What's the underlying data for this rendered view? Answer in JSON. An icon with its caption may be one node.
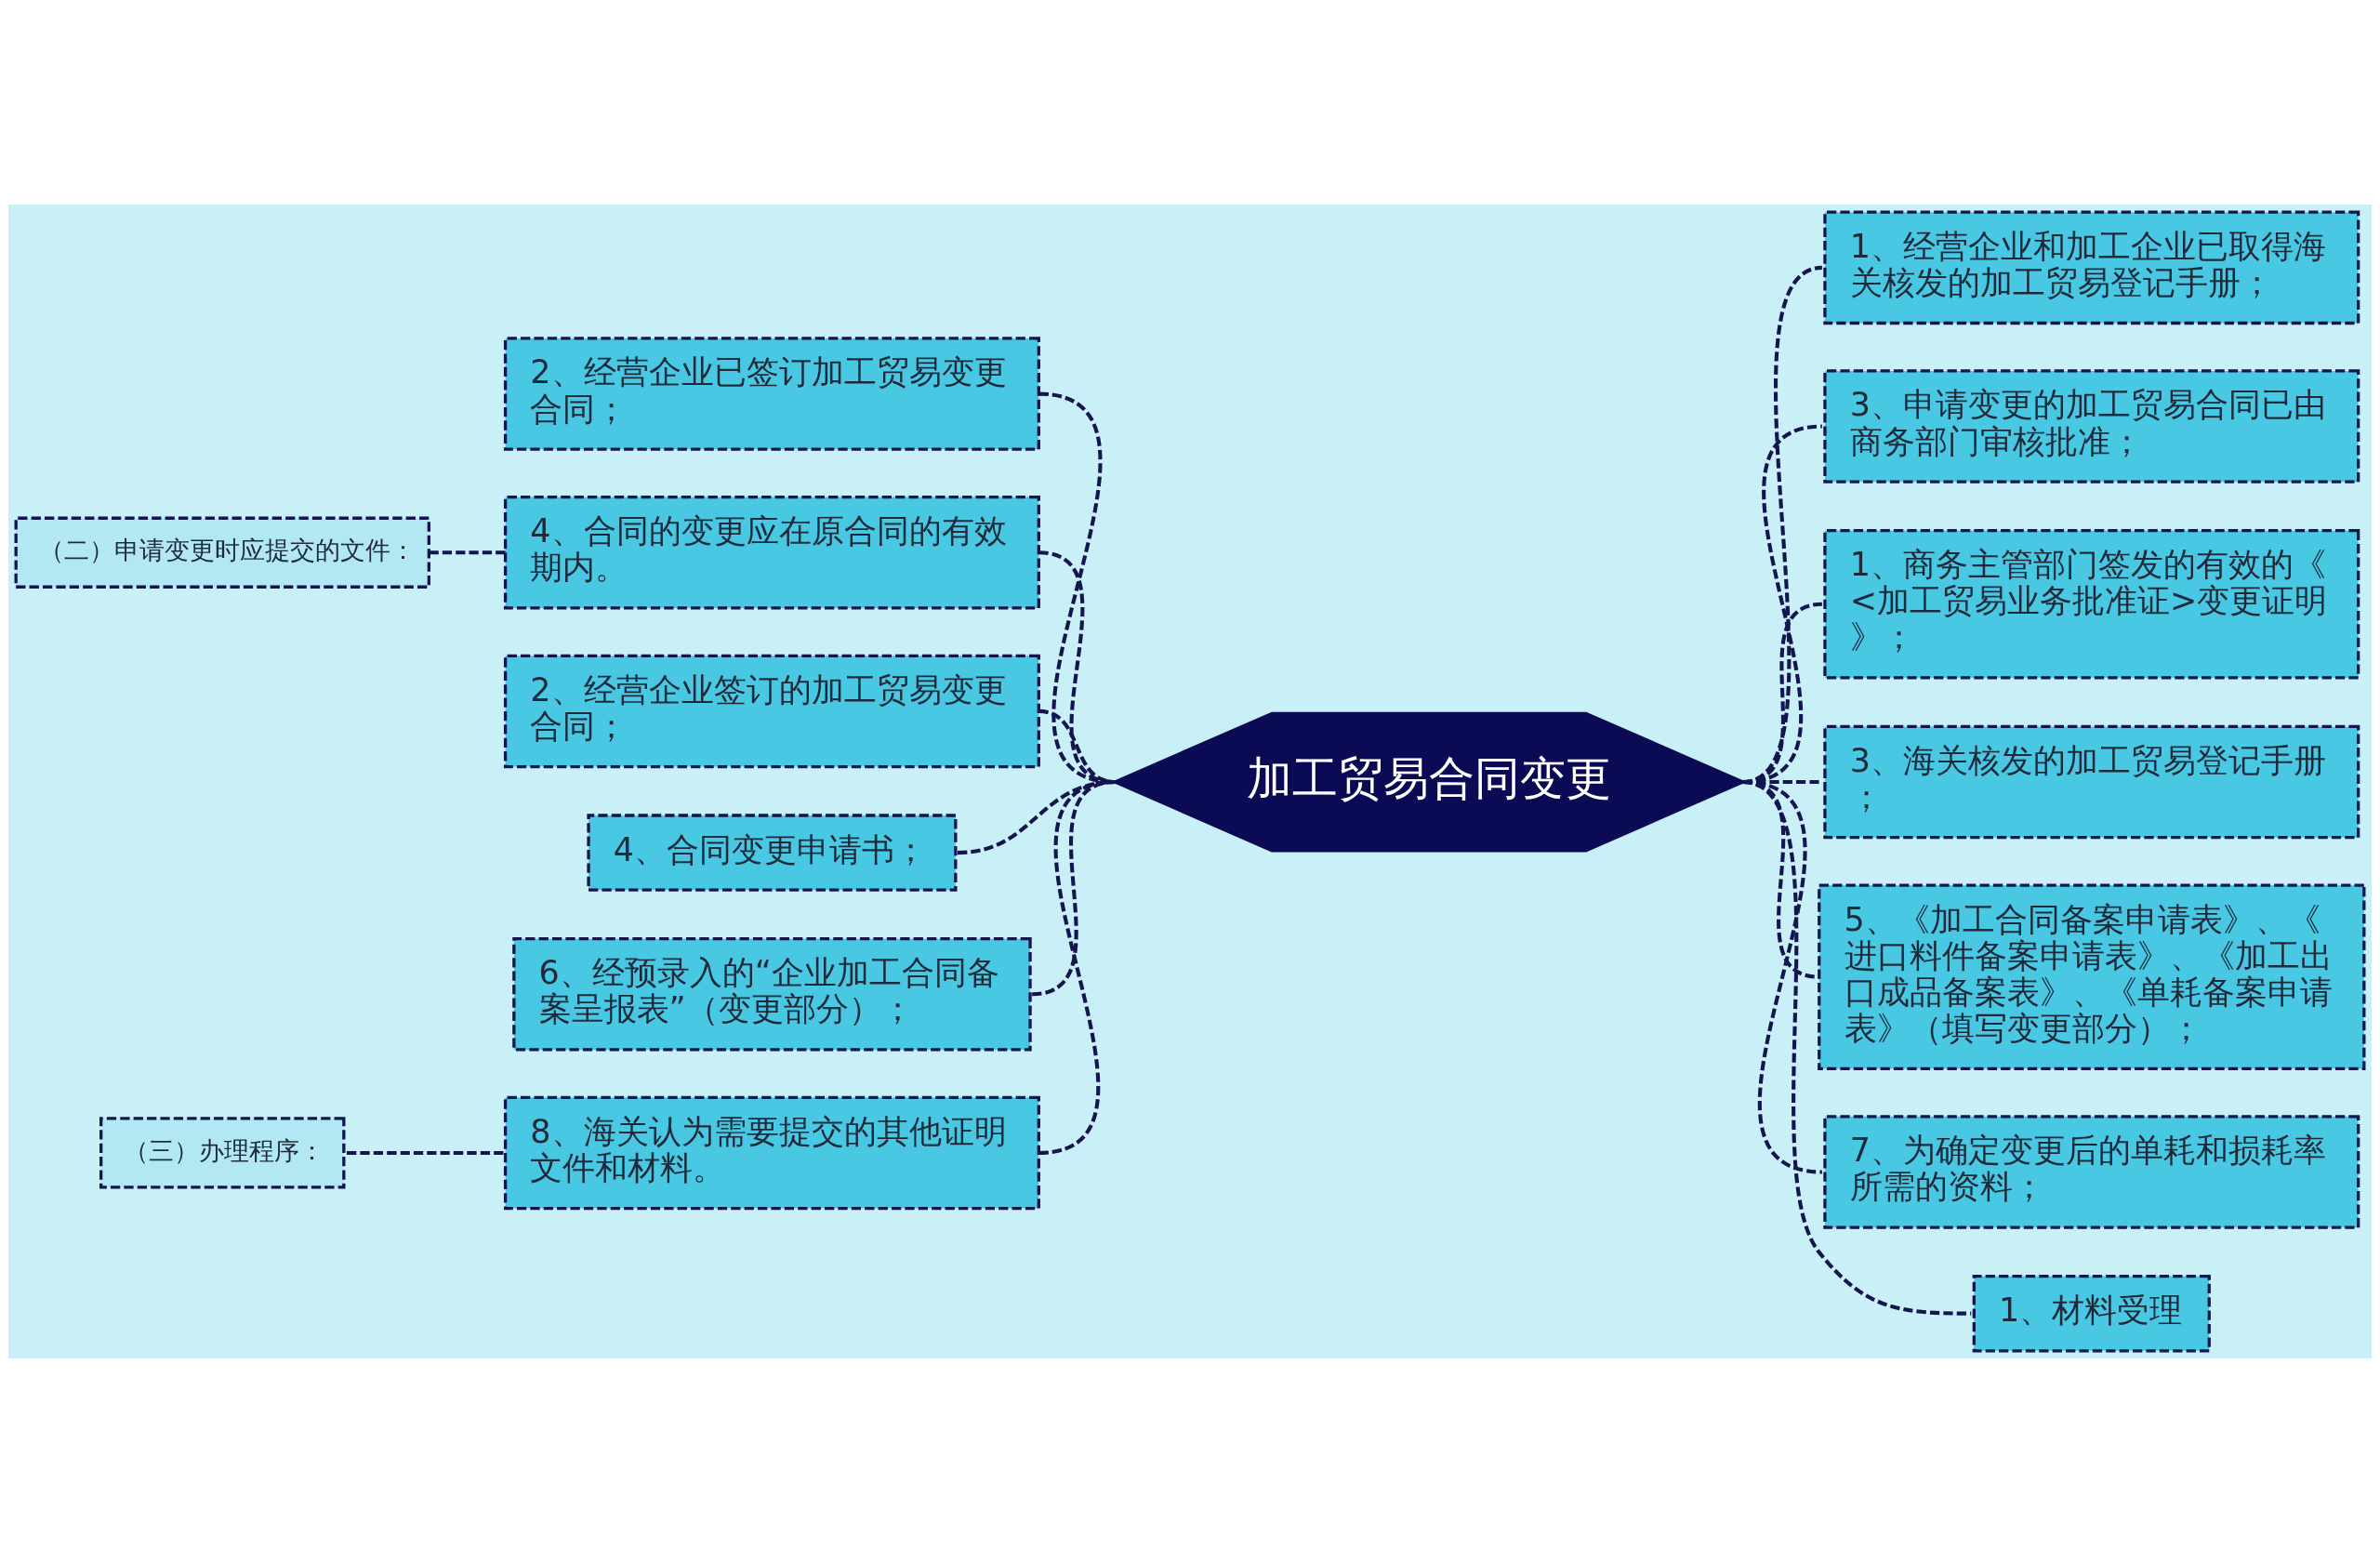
{
  "diagram": {
    "nodes": [
      {
        "text": [
          "加工贸易合同变更"
        ]
      },
      {
        "text": [
          "2、经营企业已签订加工贸易变更合同；"
        ]
      },
      {
        "text": [
          "4、合同的变更应在原合同的有效期内。"
        ]
      },
      {
        "text": [
          "（二）申请变更时应提交的文件："
        ]
      },
      {
        "text": [
          "2、经营企业签订的加工贸易变更合同；"
        ]
      },
      {
        "text": [
          "4、合同变更申请书；"
        ]
      },
      {
        "text": [
          "6、经预录入的“企业加工合同备案呈报表”（变更部分）；"
        ]
      },
      {
        "text": [
          "8、海关认为需要提交的其他证明文件和材料。"
        ]
      },
      {
        "text": [
          "（三）办理程序："
        ]
      },
      {
        "text": [
          "1、经营企业和加工企业已取得海关核发的加工贸易登记手册；"
        ]
      },
      {
        "text": [
          "3、申请变更的加工贸易合同已由商务部门审核批准；"
        ]
      },
      {
        "text": [
          "1、商务主管部门签发的有效的《<加工贸易业务批准证>变更证明》；"
        ]
      },
      {
        "text": [
          "3、海关核发的加工贸易登记手册；"
        ]
      },
      {
        "text": [
          "5、《加工合同备案申请表》、《进口料件备案申请表》、《加工出口成品备案表》、《单耗备案申请表》（填写变更部分）；"
        ]
      },
      {
        "text": [
          "7、为确定变更后的单耗和损耗率所需的资料；"
        ]
      },
      {
        "text": [
          "1、材料受理"
        ]
      }
    ],
    "edges": [
      {
        "from": 1,
        "to": 0,
        "arrow": "none",
        "style": "dashed"
      },
      {
        "from": 3,
        "to": 2,
        "arrow": "none",
        "style": "dashed"
      },
      {
        "from": 2,
        "to": 0,
        "arrow": "none",
        "style": "dashed"
      },
      {
        "from": 4,
        "to": 0,
        "arrow": "none",
        "style": "dashed"
      },
      {
        "from": 5,
        "to": 0,
        "arrow": "none",
        "style": "dashed"
      },
      {
        "from": 6,
        "to": 0,
        "arrow": "none",
        "style": "dashed"
      },
      {
        "from": 8,
        "to": 7,
        "arrow": "none",
        "style": "dashed"
      },
      {
        "from": 7,
        "to": 0,
        "arrow": "none",
        "style": "dashed"
      },
      {
        "from": 0,
        "to": 9,
        "arrow": "none",
        "style": "dashed"
      },
      {
        "from": 0,
        "to": 10,
        "arrow": "none",
        "style": "dashed"
      },
      {
        "from": 0,
        "to": 11,
        "arrow": "none",
        "style": "dashed"
      },
      {
        "from": 0,
        "to": 12,
        "arrow": "none",
        "style": "dashed"
      },
      {
        "from": 0,
        "to": 13,
        "arrow": "none",
        "style": "dashed"
      },
      {
        "from": 0,
        "to": 14,
        "arrow": "none",
        "style": "dashed"
      },
      {
        "from": 0,
        "to": 15,
        "arrow": "none",
        "style": "dashed"
      }
    ]
  }
}
